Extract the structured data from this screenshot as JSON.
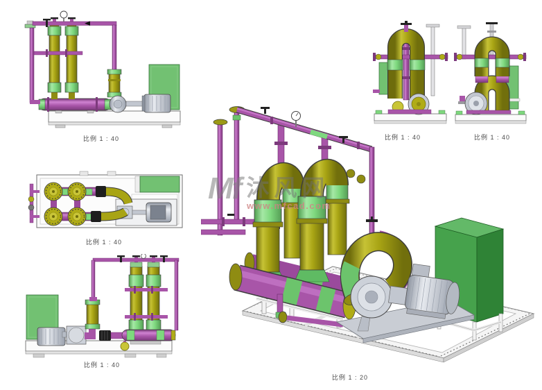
{
  "views": {
    "front": {
      "caption": "比例 1 : 40"
    },
    "plan": {
      "caption": "比例 1 : 40"
    },
    "side": {
      "caption": "比例 1 : 40"
    },
    "end_a": {
      "caption": "比例 1 : 40"
    },
    "end_b": {
      "caption": "比例 1 : 40"
    },
    "iso": {
      "caption": "比例 1 : 20"
    }
  },
  "watermark": {
    "logo": "Mf",
    "site_name": "沐风网",
    "site_url": "www.mfcad.com"
  },
  "palette": {
    "vessel_yellow": "#a8a414",
    "vessel_yellow_light": "#c9c537",
    "cap_green": "#7ed87e",
    "pipe_magenta": "#a855a8",
    "cabinet_green_iso": "#46a24c",
    "cabinet_green_ortho": "#72c172",
    "frame_white": "#f5f5f5",
    "metal_gray": "#c7ccd6",
    "caption_gray": "#4a4a4a",
    "watermark_gray": "#7d7d7d",
    "watermark_pink": "#ce8383"
  }
}
